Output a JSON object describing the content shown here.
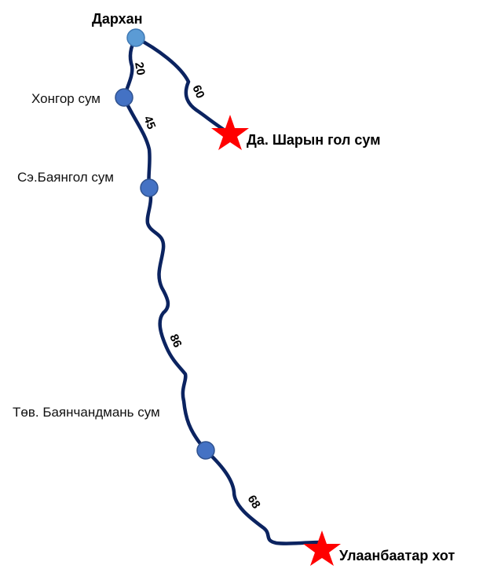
{
  "places": {
    "darkhan": "Дархан",
    "khongor": "Хонгор сум",
    "bayangol": "Сэ.Баянгол сум",
    "bayanchandmani": "Төв. Баянчандмань сум",
    "sharyngol": "Да. Шарын гол сум",
    "ulaanbaatar": "Улаанбаатар хот"
  },
  "distances": {
    "darkhan_khongor": "20",
    "khongor_bayangol": "45",
    "bayangol_bayanchandmani": "86",
    "bayanchandmani_ulaanbaatar": "68",
    "darkhan_sharyngol": "60"
  },
  "colors": {
    "route": "#0b2360",
    "node": "#4472c4",
    "node_origin": "#5b9bd5",
    "star": "#ff0000"
  }
}
